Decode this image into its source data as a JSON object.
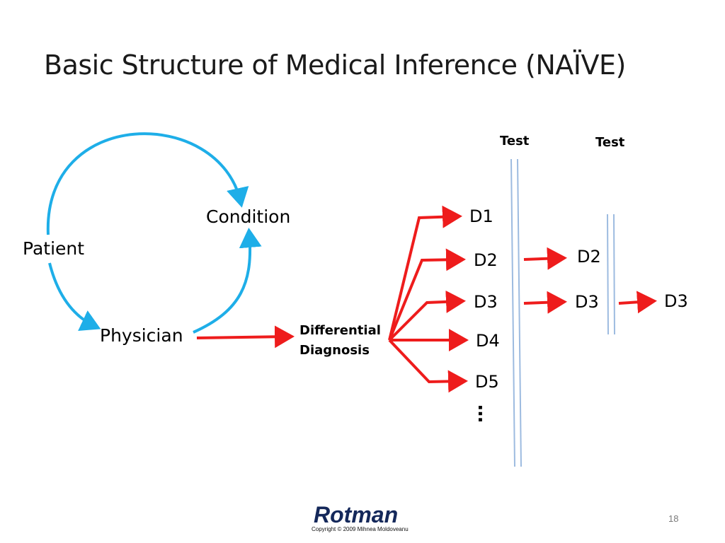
{
  "slide": {
    "title": "Basic Structure of Medical Inference (NAÏVE)",
    "page_number": "18"
  },
  "cycle": {
    "patient": "Patient",
    "condition": "Condition",
    "physician": "Physician",
    "color": "#1eaee8"
  },
  "differential": {
    "line1": "Differential",
    "line2": "Diagnosis",
    "arrow_color": "#ee1c1c"
  },
  "tests": [
    {
      "label": "Test"
    },
    {
      "label": "Test"
    }
  ],
  "diagnoses": {
    "initial": [
      "D1",
      "D2",
      "D3",
      "D4",
      "D5"
    ],
    "after_test_1": [
      "D2",
      "D3"
    ],
    "after_test_2": [
      "D3"
    ],
    "more": "…"
  },
  "divider_color": "#9dbbe0",
  "footer": {
    "logo": "Rotman",
    "copyright": "Copyright © 2009 Mihnea Moldoveanu"
  }
}
